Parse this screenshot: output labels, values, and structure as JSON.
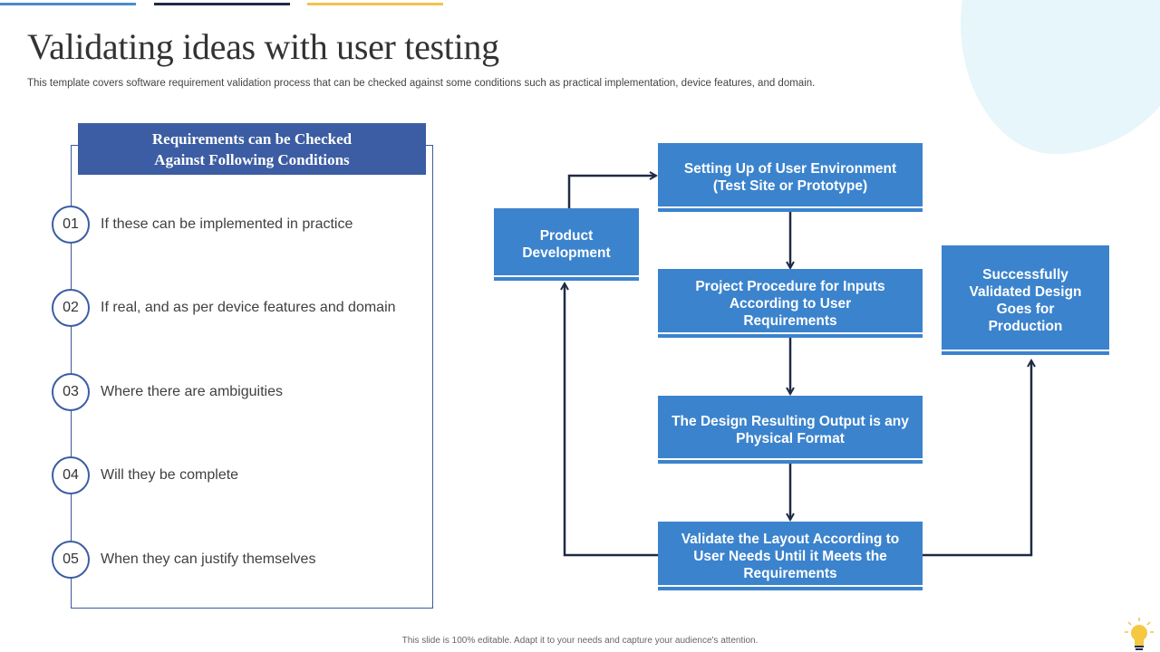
{
  "title": "Validating ideas with user testing",
  "subtitle": "This template covers software requirement validation process that can be checked against some conditions such as practical implementation, device features, and domain.",
  "panel": {
    "header": "Requirements can be Checked Against Following Conditions",
    "items": [
      {
        "num": "01",
        "text": "If these can be implemented in practice"
      },
      {
        "num": "02",
        "text": "If real, and as per device features and domain"
      },
      {
        "num": "03",
        "text": "Where there are ambiguities"
      },
      {
        "num": "04",
        "text": "Will they be complete"
      },
      {
        "num": "05",
        "text": "When they can justify themselves"
      }
    ]
  },
  "flow": {
    "setup": "Setting Up of User Environment (Test Site or Prototype)",
    "product": "Product Development",
    "procedure": "Project Procedure for Inputs According to User Requirements",
    "design": "The Design Resulting Output is any Physical Format",
    "validate": "Validate the Layout According to User Needs Until it Meets the Requirements",
    "success": "Successfully Validated Design Goes for Production"
  },
  "footer": "This slide is 100% editable. Adapt it to your needs and capture your audience's attention.",
  "colors": {
    "accent_blue": "#3b83cd",
    "header_navy": "#3c5da3",
    "arrow": "#1f2a44",
    "topbar": [
      "#4a8ccc",
      "#1f2a44",
      "#f2c14e"
    ]
  }
}
